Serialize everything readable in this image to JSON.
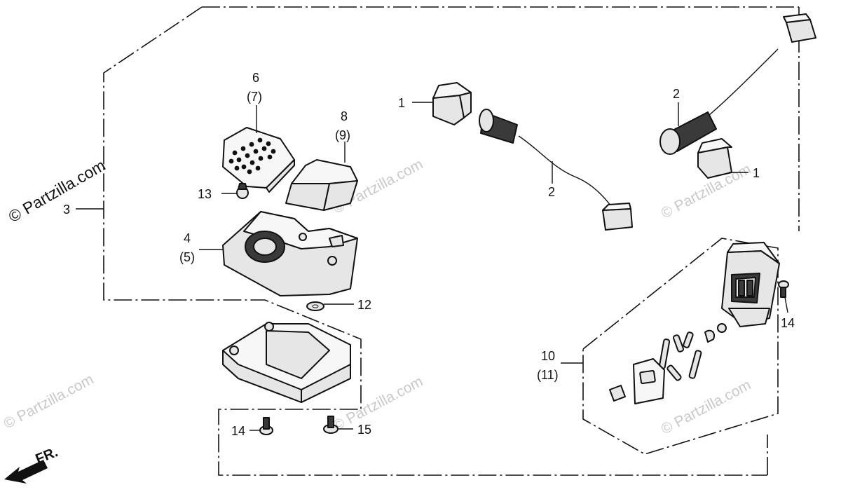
{
  "watermarks": {
    "primary": "© Partzilla.com",
    "faint": "© Partzilla.com"
  },
  "direction": {
    "label": "FR."
  },
  "callouts": {
    "c1a": "1",
    "c1b": "1",
    "c2a": "2",
    "c2b": "2",
    "c3": "3",
    "c4": "4",
    "c5": "(5)",
    "c6": "6",
    "c7": "(7)",
    "c8": "8",
    "c9": "(9)",
    "c10": "10",
    "c11": "(11)",
    "c12": "12",
    "c13": "13",
    "c14a": "14",
    "c14b": "14",
    "c15": "15"
  }
}
